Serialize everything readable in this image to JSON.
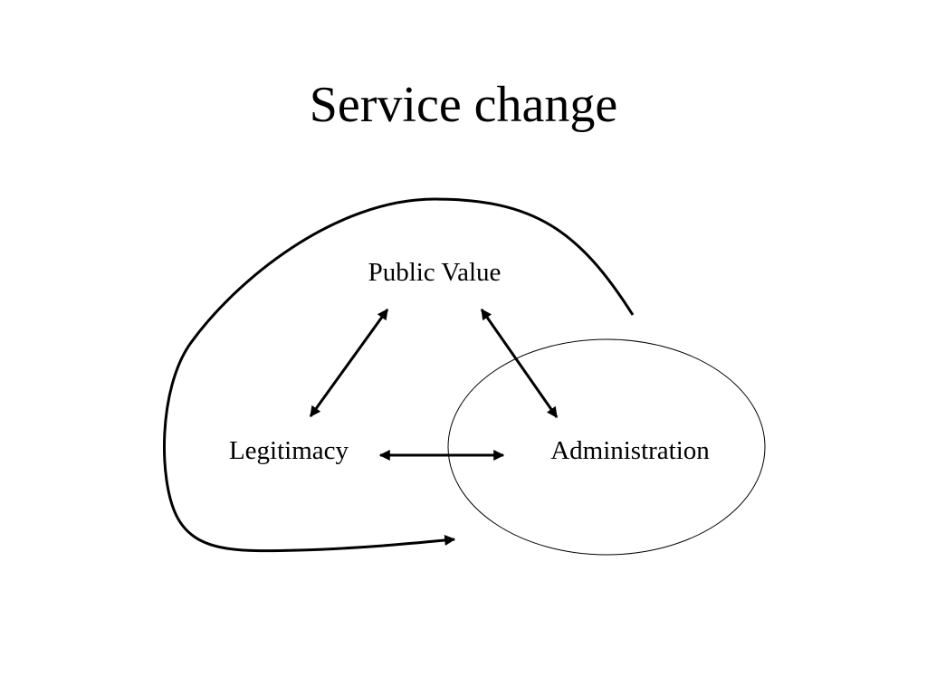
{
  "slide": {
    "title": "Service change"
  },
  "diagram": {
    "nodes": {
      "public_value": "Public Value",
      "legitimacy": "Legitimacy",
      "administration": "Administration"
    },
    "colors": {
      "stroke": "#000000",
      "background": "#ffffff"
    }
  }
}
